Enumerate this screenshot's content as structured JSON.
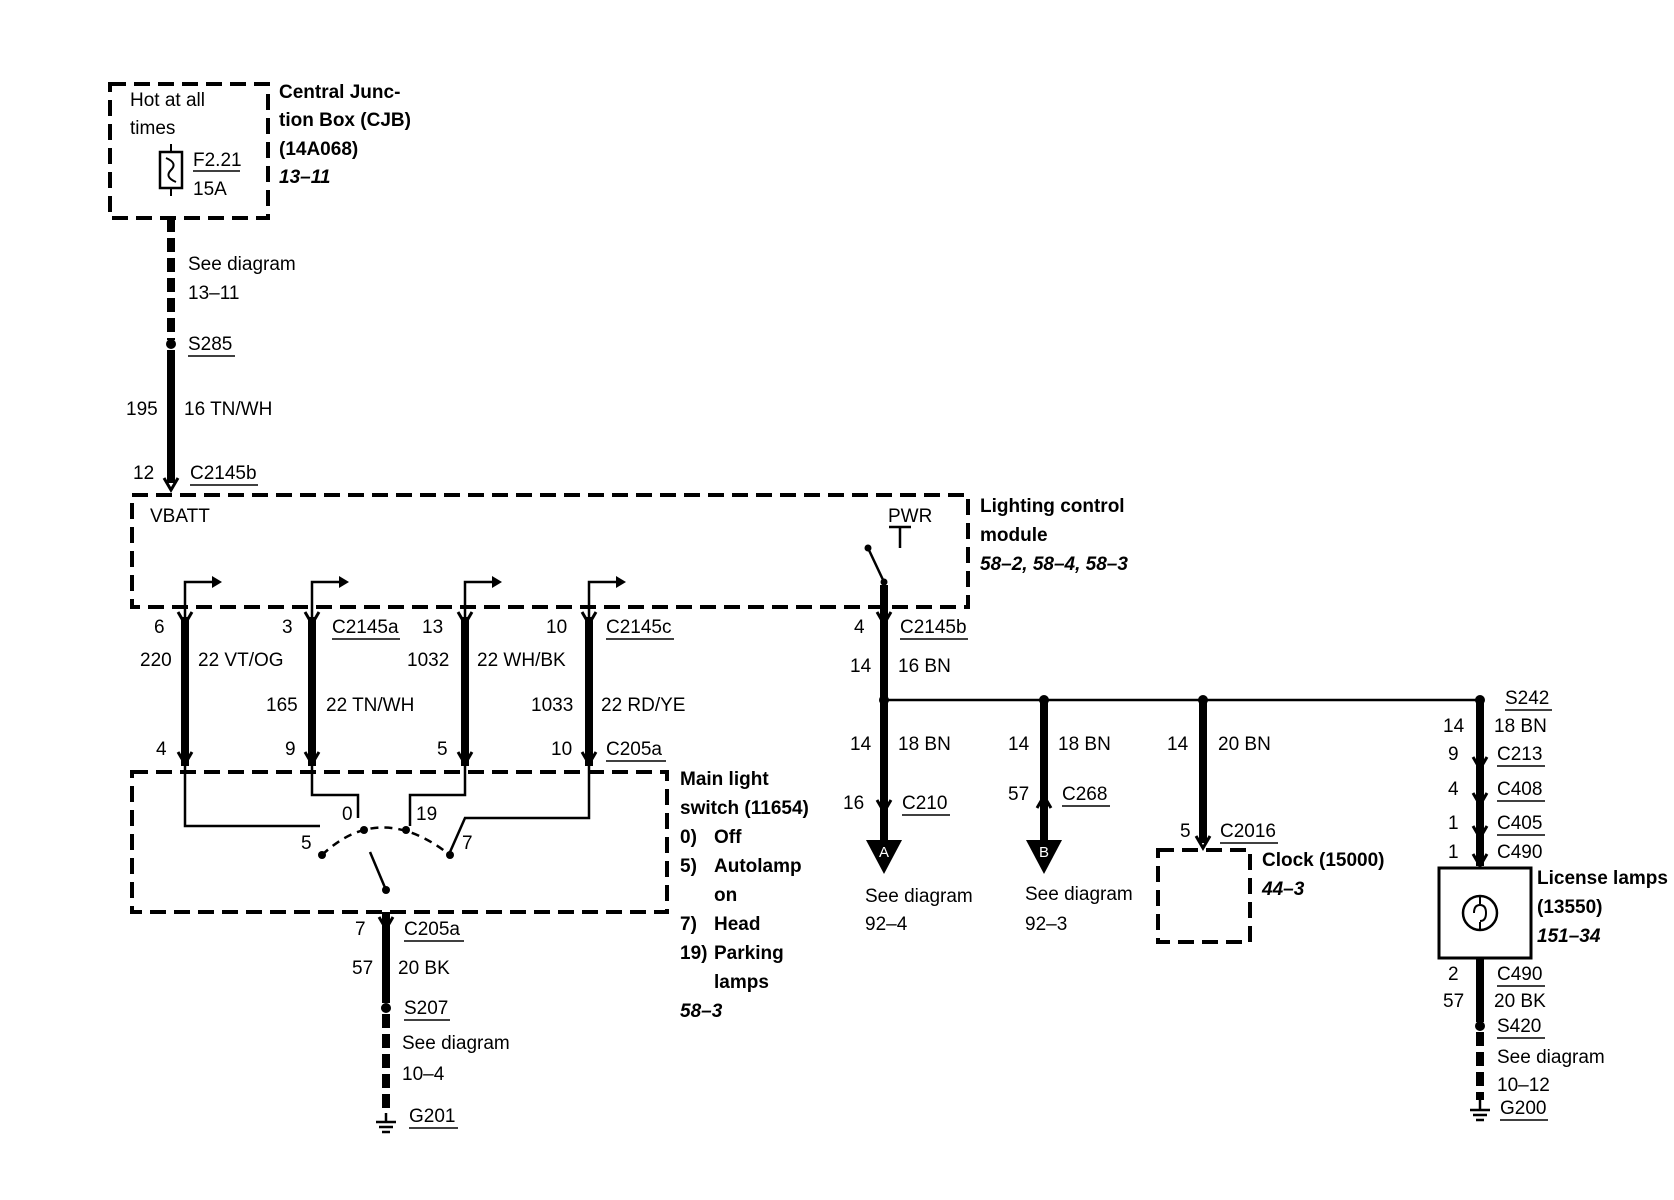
{
  "cjb": {
    "hot": [
      "Hot at all",
      "times"
    ],
    "fuse_id": "F2.21",
    "fuse_rating": "15A",
    "title": [
      "Central Junc-",
      "tion Box (CJB)",
      "(14A068)"
    ],
    "ref": "13–11"
  },
  "feed": {
    "see1": "See diagram",
    "see1_ref": "13–11",
    "splice": "S285",
    "circuit": "195",
    "wire": "16 TN/WH",
    "pin": "12",
    "connector": "C2145b"
  },
  "lcm": {
    "vbatt": "VBATT",
    "pwr": "PWR",
    "title": [
      "Lighting control",
      "module"
    ],
    "ref": "58–2, 58–4, 58–3"
  },
  "harness": {
    "pins_top": [
      "6",
      "3",
      "13",
      "10"
    ],
    "conn_a": "C2145a",
    "conn_c": "C2145c",
    "circuits": [
      "220",
      "165",
      "1032",
      "1033"
    ],
    "wires": [
      "22 VT/OG",
      "22 TN/WH",
      "22 WH/BK",
      "22 RD/YE"
    ],
    "pins_bottom": [
      "4",
      "9",
      "5",
      "10"
    ],
    "conn_bottom": "C205a"
  },
  "switch": {
    "positions": [
      "0",
      "19",
      "5",
      "7"
    ],
    "title": [
      "Main light",
      "switch (11654)"
    ],
    "legend": [
      {
        "num": "0)",
        "text": [
          "Off"
        ]
      },
      {
        "num": "5)",
        "text": [
          "Autolamp",
          "on"
        ]
      },
      {
        "num": "7)",
        "text": [
          "Head"
        ]
      },
      {
        "num": "19)",
        "text": [
          "Parking",
          "lamps"
        ]
      }
    ],
    "ref": "58–3"
  },
  "ground_left": {
    "pin": "7",
    "connector": "C205a",
    "circuit": "57",
    "wire": "20 BK",
    "splice": "S207",
    "see": "See diagram",
    "see_ref": "10–4",
    "ground": "G201"
  },
  "output": {
    "pin": "4",
    "connector": "C2145b",
    "circuit": "14",
    "wire": "16 BN"
  },
  "branch_a": {
    "circuit": "14",
    "wire": "18 BN",
    "pin": "16",
    "connector": "C210",
    "letter": "A",
    "see": "See diagram",
    "see_ref": "92–4"
  },
  "branch_b": {
    "circuit": "14",
    "wire": "18 BN",
    "pin": "57",
    "connector": "C268",
    "letter": "B",
    "see": "See diagram",
    "see_ref": "92–3"
  },
  "clock": {
    "circuit": "14",
    "wire": "20 BN",
    "pin": "5",
    "connector": "C2016",
    "title": "Clock (15000)",
    "ref": "44–3"
  },
  "license": {
    "splice": "S242",
    "circuit": "14",
    "wire": "18 BN",
    "pins": [
      "9",
      "4",
      "1",
      "1"
    ],
    "connectors": [
      "C213",
      "C408",
      "C405",
      "C490"
    ],
    "title": [
      "License lamps",
      "(13550)"
    ],
    "ref": "151–34",
    "out_pin": "2",
    "out_connector": "C490",
    "gnd_circuit": "57",
    "gnd_wire": "20 BK",
    "gnd_splice": "S420",
    "see": "See diagram",
    "see_ref": "10–12",
    "ground": "G200"
  }
}
